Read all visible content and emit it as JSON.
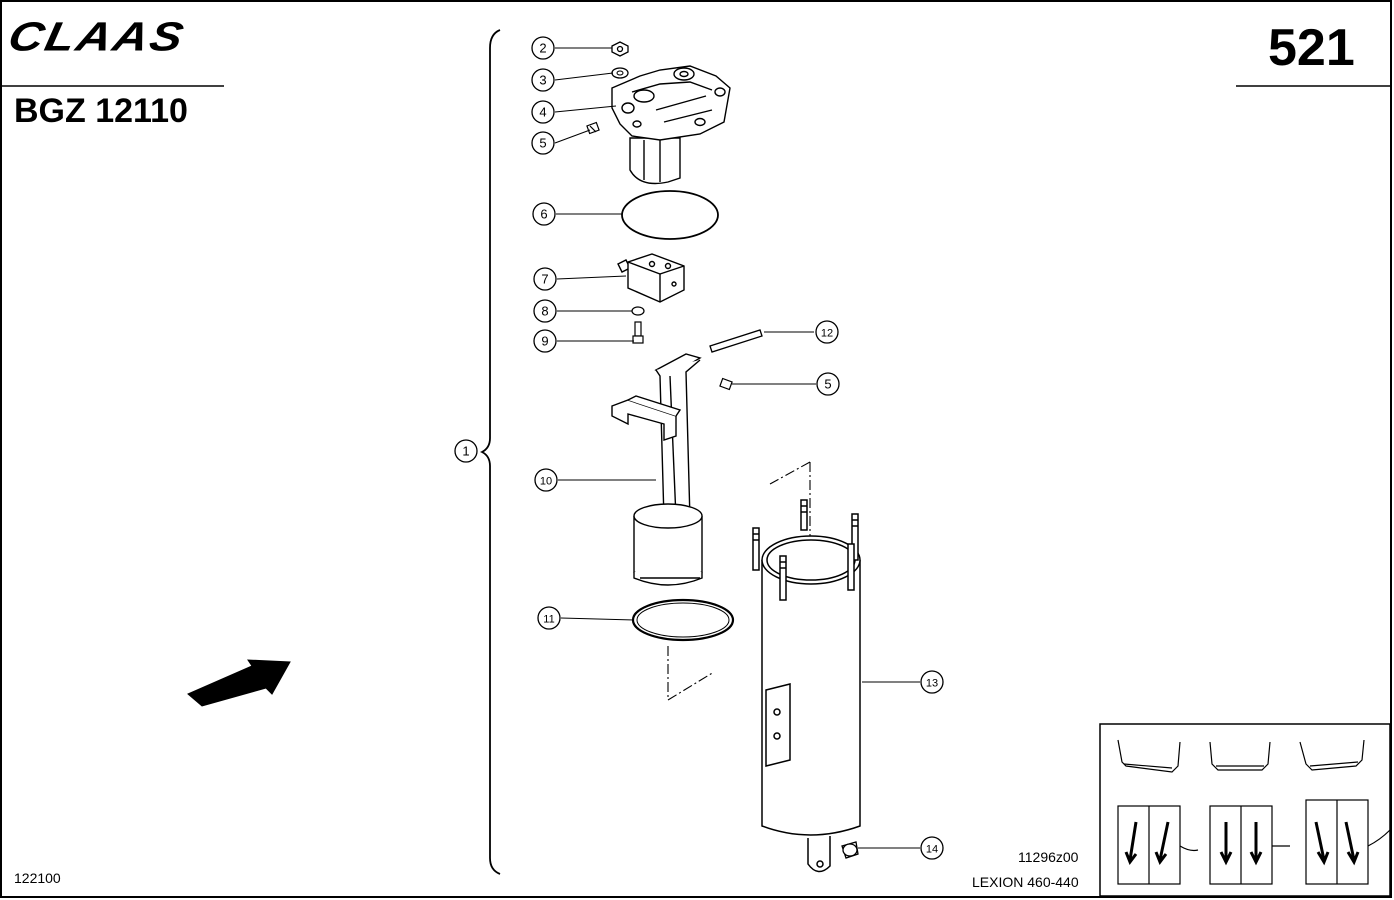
{
  "header": {
    "brand": "CLAAS",
    "group_code": "BGZ 12110",
    "page_number": "521"
  },
  "footer": {
    "date_code": "122100",
    "drawing_number": "11296z00",
    "model": "LEXION 460-440"
  },
  "callouts": [
    "1",
    "2",
    "3",
    "4",
    "5",
    "6",
    "7",
    "8",
    "9",
    "10",
    "11",
    "12",
    "5",
    "13",
    "14"
  ],
  "icons": {
    "direction_arrow": "arrow-right-up-icon",
    "variant_views": [
      "header-variant-1-icon",
      "header-variant-2-icon",
      "header-variant-3-icon"
    ]
  }
}
